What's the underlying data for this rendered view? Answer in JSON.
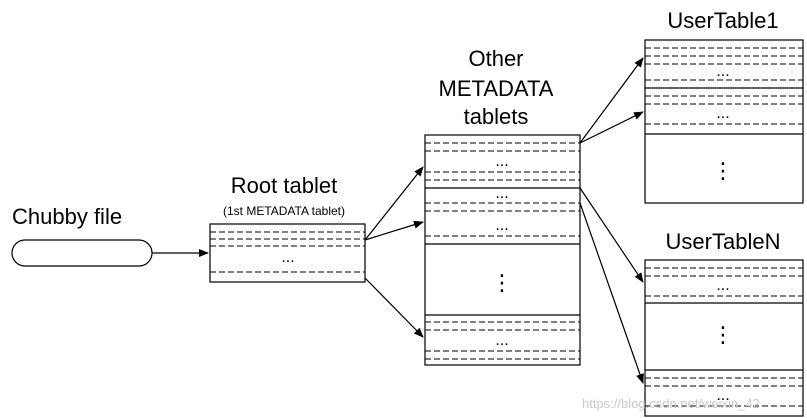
{
  "chubby": {
    "label": "Chubby file"
  },
  "root": {
    "title": "Root tablet",
    "subtitle": "(1st METADATA tablet)",
    "ellipsis": "..."
  },
  "metadata": {
    "title_lines": [
      "Other",
      "METADATA",
      "tablets"
    ],
    "ellipsis": "...",
    "vertical_ellipsis": "⋮"
  },
  "user_table_1": {
    "title": "UserTable1",
    "ellipsis": "...",
    "vertical_ellipsis": "⋮"
  },
  "user_table_n": {
    "title": "UserTableN",
    "ellipsis": "...",
    "vertical_ellipsis": "⋮"
  },
  "watermark": "https://blog.csdn.net/weixin_42"
}
